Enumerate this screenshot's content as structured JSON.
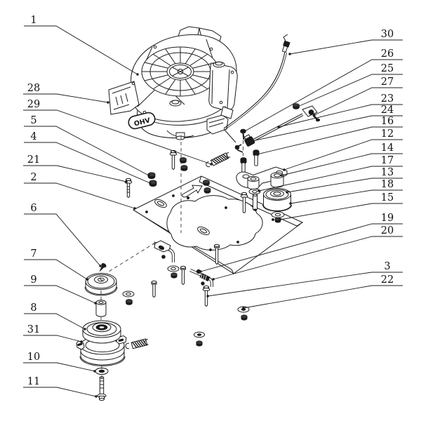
{
  "figure": {
    "type": "exploded-parts-diagram",
    "background": "#ffffff",
    "line_color": "#1c1c1c",
    "engine_badge": "OHV"
  },
  "callouts": [
    {
      "num": "1"
    },
    {
      "num": "28"
    },
    {
      "num": "29"
    },
    {
      "num": "5"
    },
    {
      "num": "4"
    },
    {
      "num": "21"
    },
    {
      "num": "2"
    },
    {
      "num": "6"
    },
    {
      "num": "7"
    },
    {
      "num": "9"
    },
    {
      "num": "8"
    },
    {
      "num": "31"
    },
    {
      "num": "10"
    },
    {
      "num": "11"
    },
    {
      "num": "30"
    },
    {
      "num": "26"
    },
    {
      "num": "25"
    },
    {
      "num": "27"
    },
    {
      "num": "23"
    },
    {
      "num": "24"
    },
    {
      "num": "16"
    },
    {
      "num": "12"
    },
    {
      "num": "14"
    },
    {
      "num": "17"
    },
    {
      "num": "13"
    },
    {
      "num": "18"
    },
    {
      "num": "15"
    },
    {
      "num": "19"
    },
    {
      "num": "20"
    },
    {
      "num": "3"
    },
    {
      "num": "22"
    }
  ]
}
